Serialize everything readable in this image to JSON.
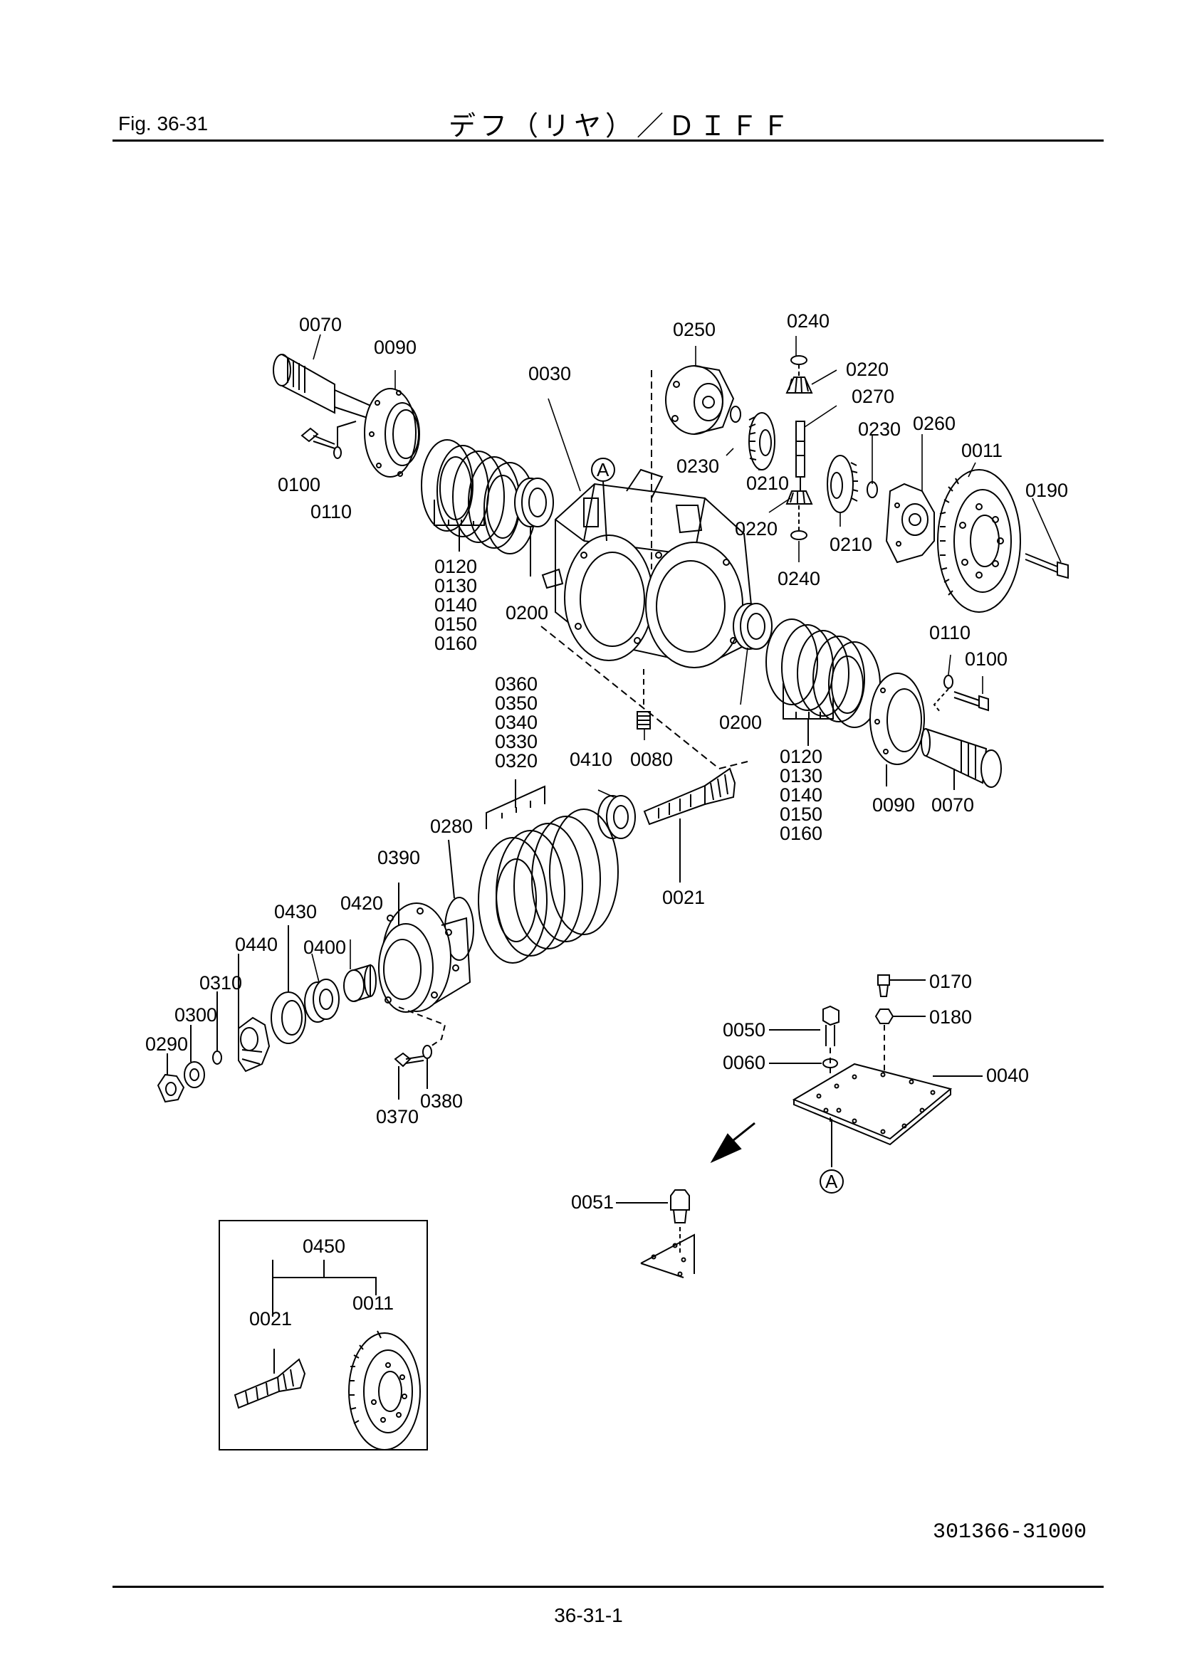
{
  "header": {
    "fig_label": "Fig.  36-31",
    "title": "デフ（リヤ）／ＤＩＦＦ"
  },
  "footer": {
    "page_number": "36-31-1",
    "drawing_number": "301366-31000"
  },
  "parts": {
    "p0070a": "0070",
    "p0090a": "0090",
    "p0030": "0030",
    "p0250": "0250",
    "p0240a": "0240",
    "p0220a": "0220",
    "p0270": "0270",
    "p0230a": "0230",
    "p0260": "0260",
    "p0011a": "0011",
    "p0190": "0190",
    "p0100a": "0100",
    "p0110a": "0110",
    "p0230b": "0230",
    "p0210a": "0210",
    "p0220b": "0220",
    "p0210b": "0210",
    "p0240b": "0240",
    "p0200a": "0200",
    "p0200b": "0200",
    "p0110b": "0110",
    "p0100b": "0100",
    "p0080": "0080",
    "p0410": "0410",
    "p0090b": "0090",
    "p0070b": "0070",
    "p0021a": "0021",
    "p0280": "0280",
    "p0390": "0390",
    "p0430": "0430",
    "p0420": "0420",
    "p0440": "0440",
    "p0400": "0400",
    "p0310": "0310",
    "p0300": "0300",
    "p0290": "0290",
    "p0370": "0370",
    "p0380": "0380",
    "p0170": "0170",
    "p0180": "0180",
    "p0050": "0050",
    "p0060": "0060",
    "p0040": "0040",
    "p0051": "0051",
    "p0450": "0450",
    "p0021b": "0021",
    "p0011b": "0011",
    "stackA": [
      "0120",
      "0130",
      "0140",
      "0150",
      "0160"
    ],
    "stackB": [
      "0120",
      "0130",
      "0140",
      "0150",
      "0160"
    ],
    "stackC": [
      "0360",
      "0350",
      "0340",
      "0330",
      "0320"
    ]
  },
  "refs": {
    "ref_a1": "A",
    "ref_a2": "A"
  }
}
